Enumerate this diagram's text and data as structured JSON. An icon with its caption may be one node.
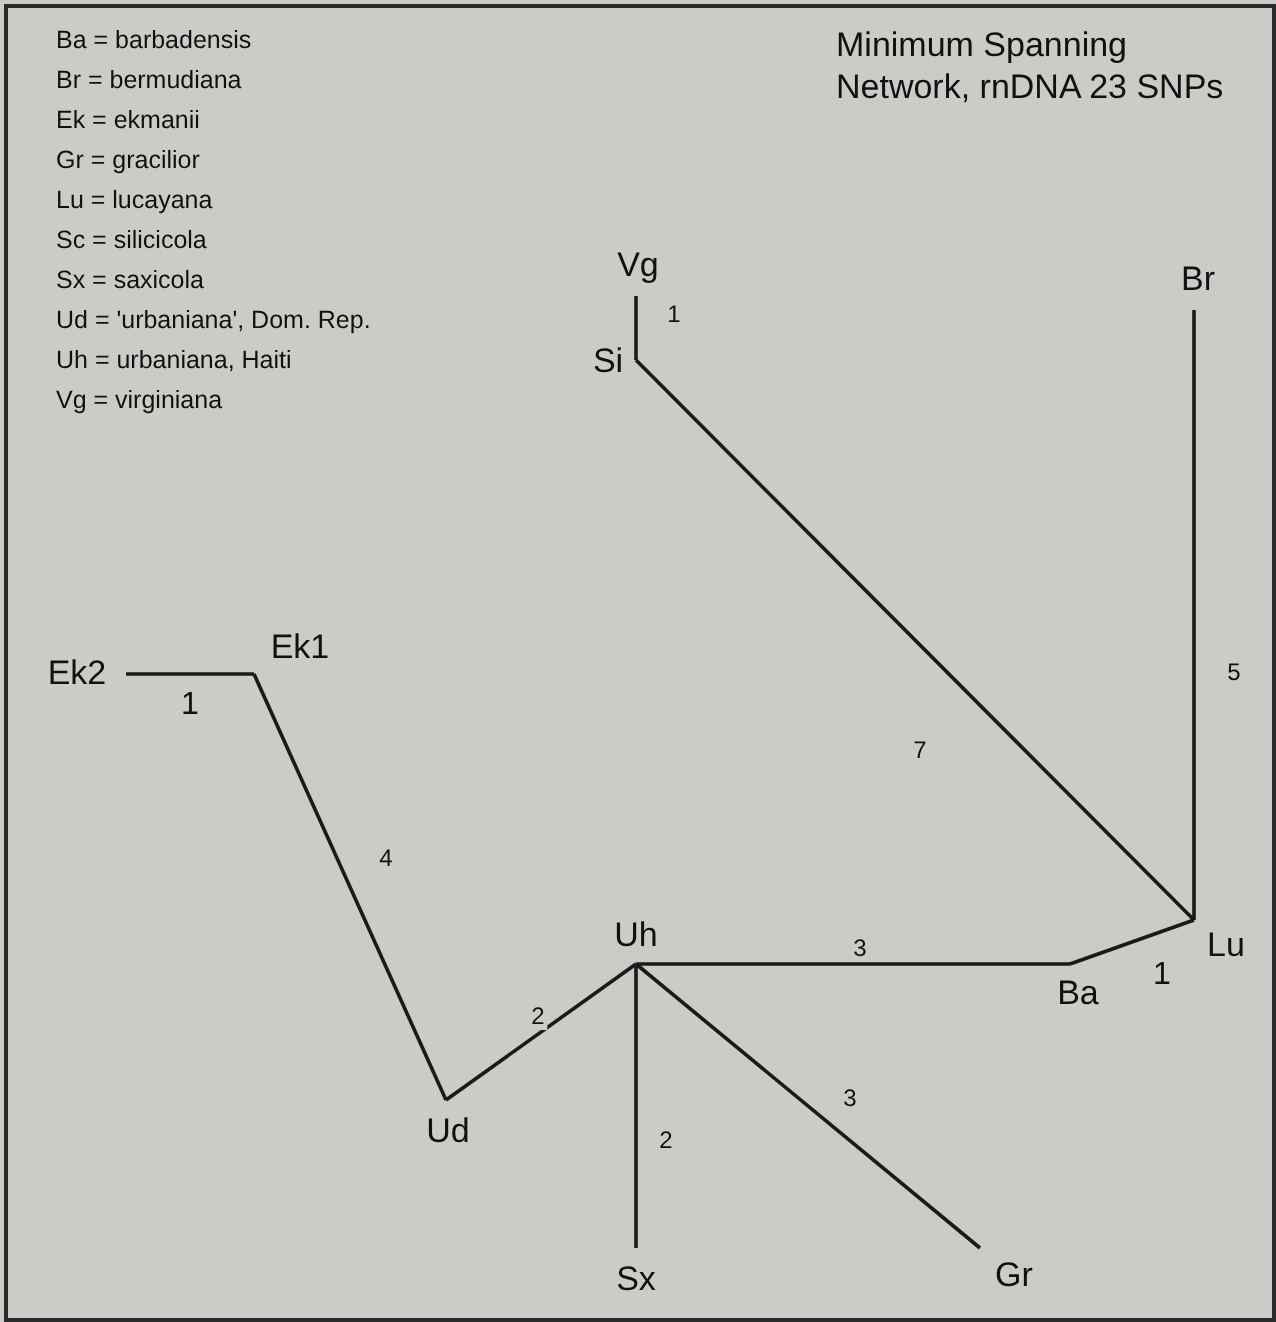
{
  "diagram": {
    "title": "Minimum Spanning Network, rnDNA 23 SNPs",
    "nodes": [
      {
        "text": [
          "Vg"
        ]
      },
      {
        "text": [
          "Si"
        ]
      },
      {
        "text": [
          "Br"
        ]
      },
      {
        "text": [
          "Ek2"
        ]
      },
      {
        "text": [
          "Ek1"
        ]
      },
      {
        "text": [
          "Uh"
        ]
      },
      {
        "text": [
          "Lu"
        ]
      },
      {
        "text": [
          "Ba"
        ]
      },
      {
        "text": [
          "Ud"
        ]
      },
      {
        "text": [
          "Sx"
        ]
      },
      {
        "text": [
          "Gr"
        ]
      }
    ],
    "edges": [
      {
        "from": 0,
        "to": 1,
        "arrow": "none",
        "label": "1"
      },
      {
        "from": 1,
        "to": 6,
        "arrow": "none",
        "label": "7"
      },
      {
        "from": 2,
        "to": 6,
        "arrow": "none",
        "label": "5"
      },
      {
        "from": 3,
        "to": 4,
        "arrow": "none",
        "label": "1"
      },
      {
        "from": 4,
        "to": 8,
        "arrow": "none",
        "label": "4"
      },
      {
        "from": 8,
        "to": 5,
        "arrow": "none",
        "label": "2"
      },
      {
        "from": 5,
        "to": 7,
        "arrow": "none",
        "label": "3"
      },
      {
        "from": 7,
        "to": 6,
        "arrow": "none",
        "label": "1"
      },
      {
        "from": 5,
        "to": 9,
        "arrow": "none",
        "label": "2"
      },
      {
        "from": 5,
        "to": 10,
        "arrow": "none",
        "label": "3"
      }
    ],
    "labels": [
      "Ba = barbadensis",
      "Br = bermudiana",
      "Ek = ekmanii",
      "Gr = gracilior",
      "Lu = lucayana",
      "Sc = silicicola",
      "Sx = saxicola",
      "Ud = 'urbaniana', Dom. Rep.",
      "Uh = urbaniana, Haiti",
      "Vg = virginiana"
    ]
  }
}
